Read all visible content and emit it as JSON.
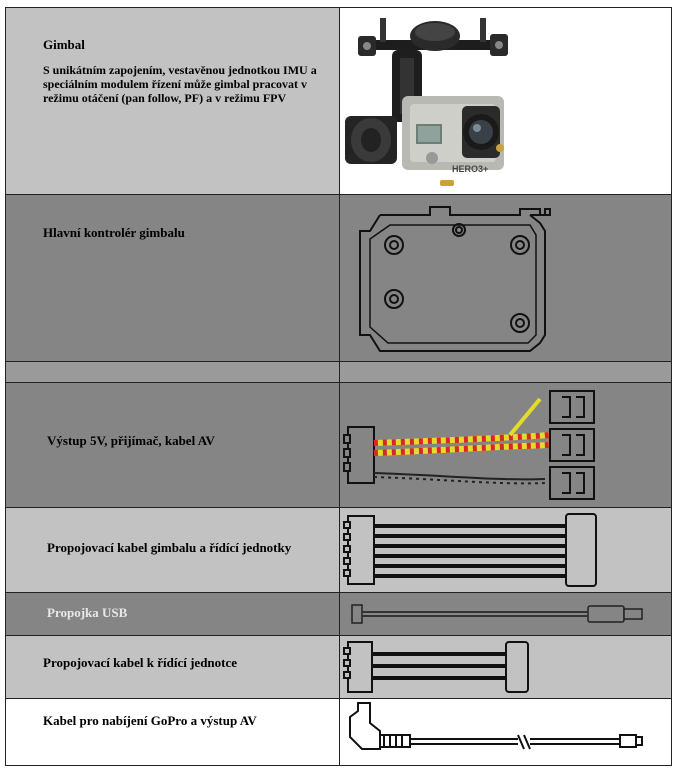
{
  "rows": [
    {
      "title": "Gimbal",
      "description": "S unikátním zapojením, vestavěnou jednotkou IMU a speciálním modulem řízení může gimbal pracovat v režimu otáčení (pan follow, PF) a v režimu FPV"
    },
    {
      "title": "Hlavní kontrolér gimbalu"
    },
    {
      "title": "Výstup 5V, přijímač, kabel AV"
    },
    {
      "title": "Propojovací kabel gimbalu a řídící jednotky"
    },
    {
      "title": "Propojka USB"
    },
    {
      "title": "Propojovací kabel k řídící jednotce"
    },
    {
      "title": "Kabel pro nabíjení GoPro a výstup AV"
    }
  ],
  "camera_badge": "HERO3+"
}
